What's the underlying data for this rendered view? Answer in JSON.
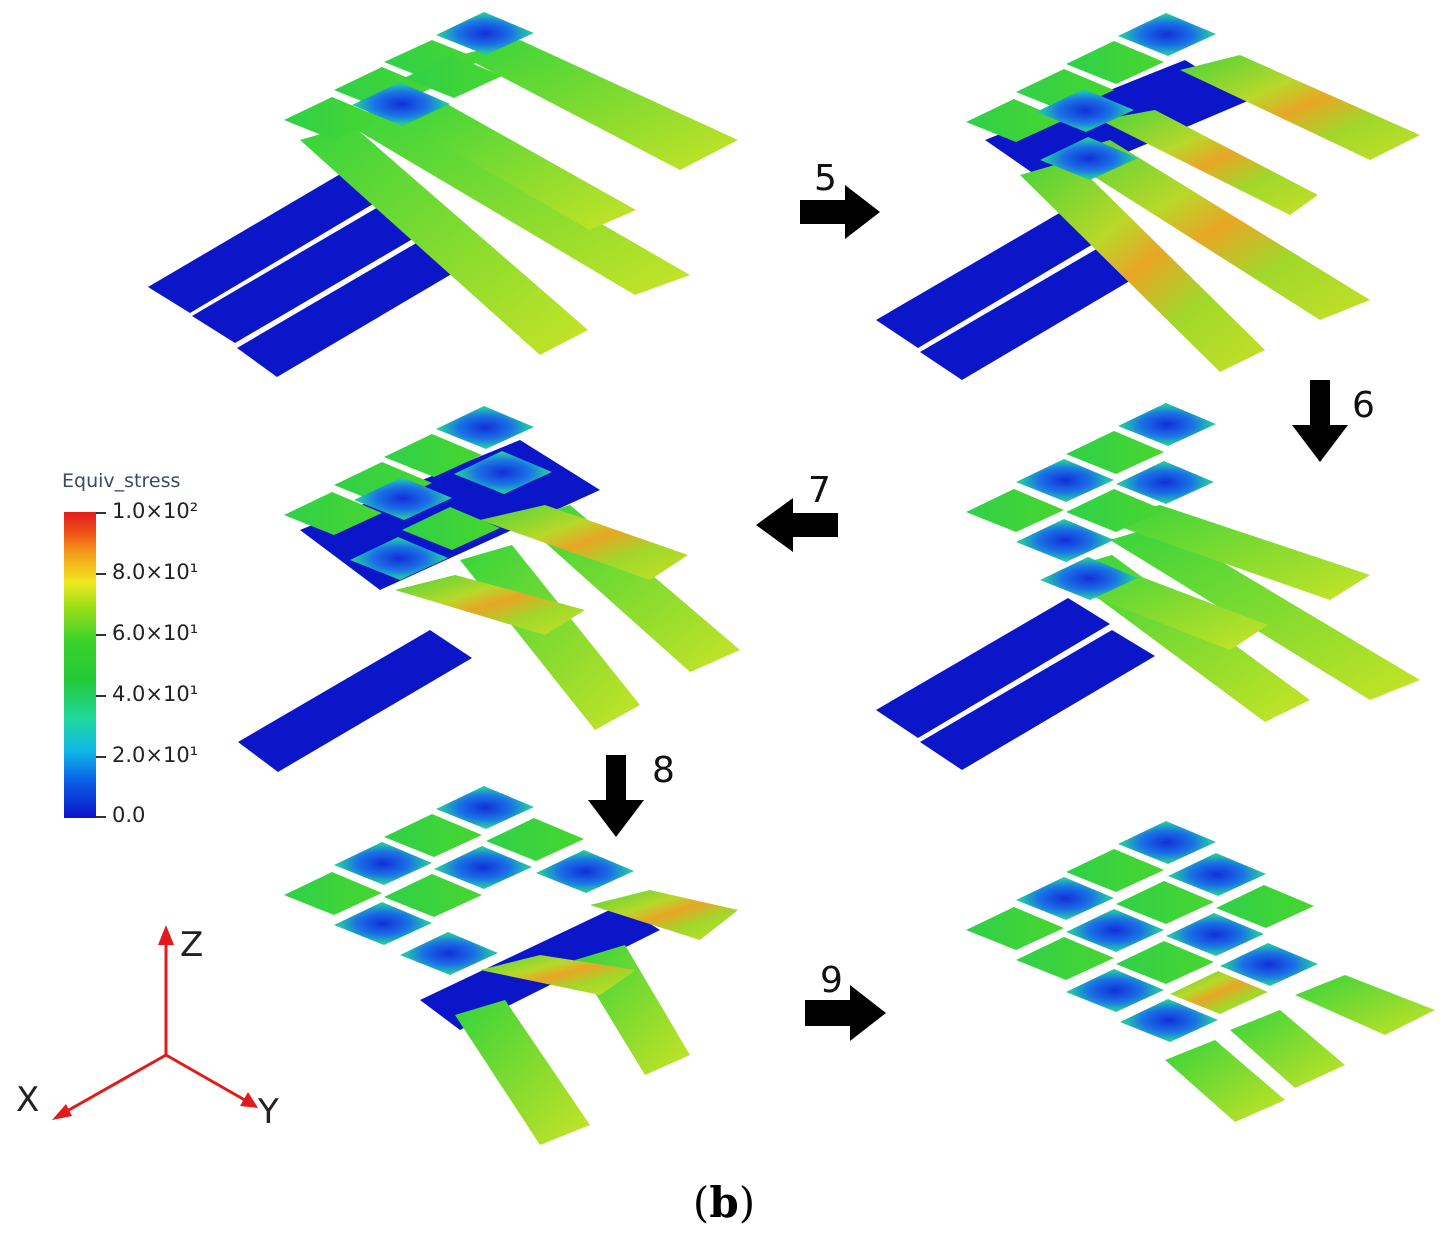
{
  "steps": [
    "5",
    "6",
    "7",
    "8",
    "9"
  ],
  "legend": {
    "title": "Equiv_stress",
    "ticks": [
      "1.0×10²",
      "8.0×10¹",
      "6.0×10¹",
      "4.0×10¹",
      "2.0×10¹",
      "0.0"
    ]
  },
  "axes": {
    "z": "Z",
    "x": "X",
    "y": "Y"
  },
  "caption": {
    "open": "(",
    "letter": "b",
    "close": ")"
  },
  "colors": {
    "low": "#0b16c8",
    "mid": "#3ad22a",
    "high": "#e21c1c",
    "axis": "#e11b1b",
    "arrow": "#000000"
  }
}
